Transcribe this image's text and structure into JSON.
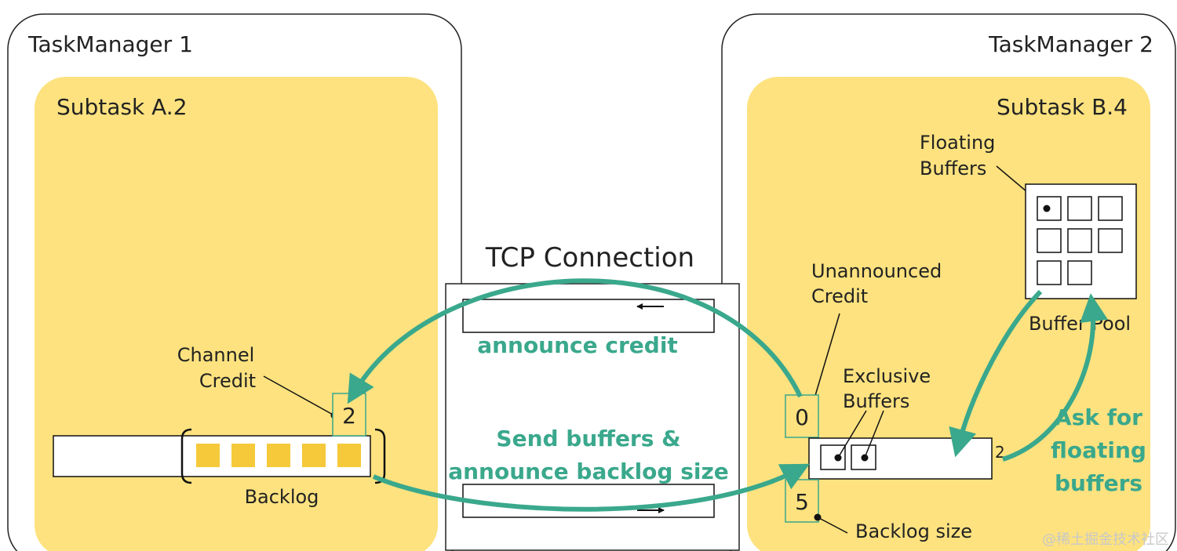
{
  "taskmanager1": {
    "title": "TaskManager 1",
    "subtask": "Subtask A.2"
  },
  "taskmanager2": {
    "title": "TaskManager 2",
    "subtask": "Subtask B.4"
  },
  "tcp": {
    "title": "TCP Connection"
  },
  "labels": {
    "channel_credit": [
      "Channel",
      "Credit"
    ],
    "channel_credit_value": "2",
    "backlog": "Backlog",
    "unannounced_credit": [
      "Unannounced",
      "Credit"
    ],
    "unannounced_credit_value": "0",
    "exclusive_buffers": [
      "Exclusive",
      "Buffers"
    ],
    "floating_buffers": [
      "Floating",
      "Buffers"
    ],
    "buffer_pool": "Buffer Pool",
    "backlog_size": "Backlog size",
    "backlog_size_value": "5",
    "buffer_side_mark": "2"
  },
  "flows": {
    "announce_credit": "announce credit",
    "send_buffers": [
      "Send buffers &",
      "announce backlog size"
    ],
    "ask_floating": [
      "Ask for",
      "floating",
      "buffers"
    ]
  },
  "watermark": "@稀土掘金技术社区",
  "colors": {
    "subtask_fill": "#fde27f",
    "accent_teal": "#3aa88c",
    "buffer_yellow": "#f5c93a"
  }
}
